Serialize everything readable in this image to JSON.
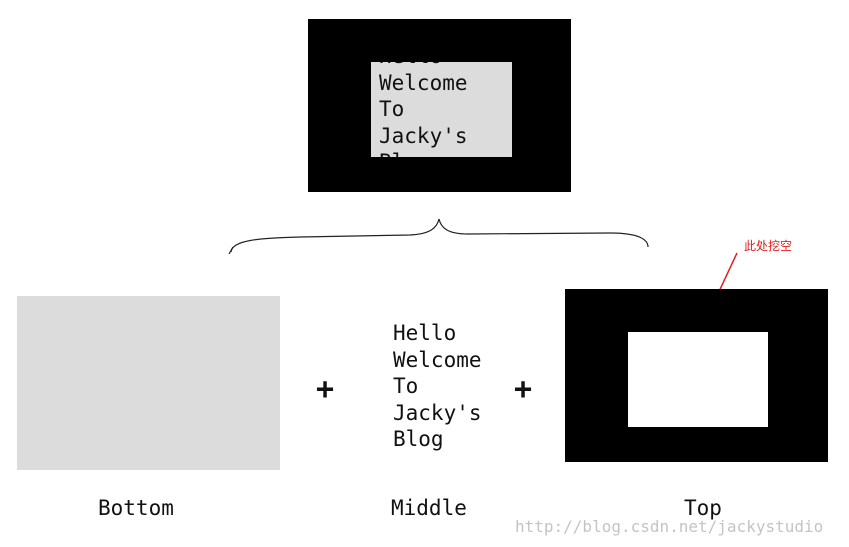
{
  "composite": {
    "lines": [
      "Hello",
      "Welcome",
      "To",
      "Jacky's",
      "Blog"
    ]
  },
  "layers": {
    "middle_lines": [
      "Hello",
      "Welcome",
      "To",
      "Jacky's",
      "Blog"
    ],
    "operators": [
      "+",
      "+"
    ]
  },
  "captions": {
    "bottom": "Bottom",
    "middle": "Middle",
    "top": "Top"
  },
  "annotation": {
    "label": "此处挖空",
    "color": "#e02020"
  },
  "watermark": "http://blog.csdn.net/jackystudio",
  "colors": {
    "frame": "#000000",
    "bottom_layer": "#dcdcdc",
    "hole": "#ffffff"
  }
}
